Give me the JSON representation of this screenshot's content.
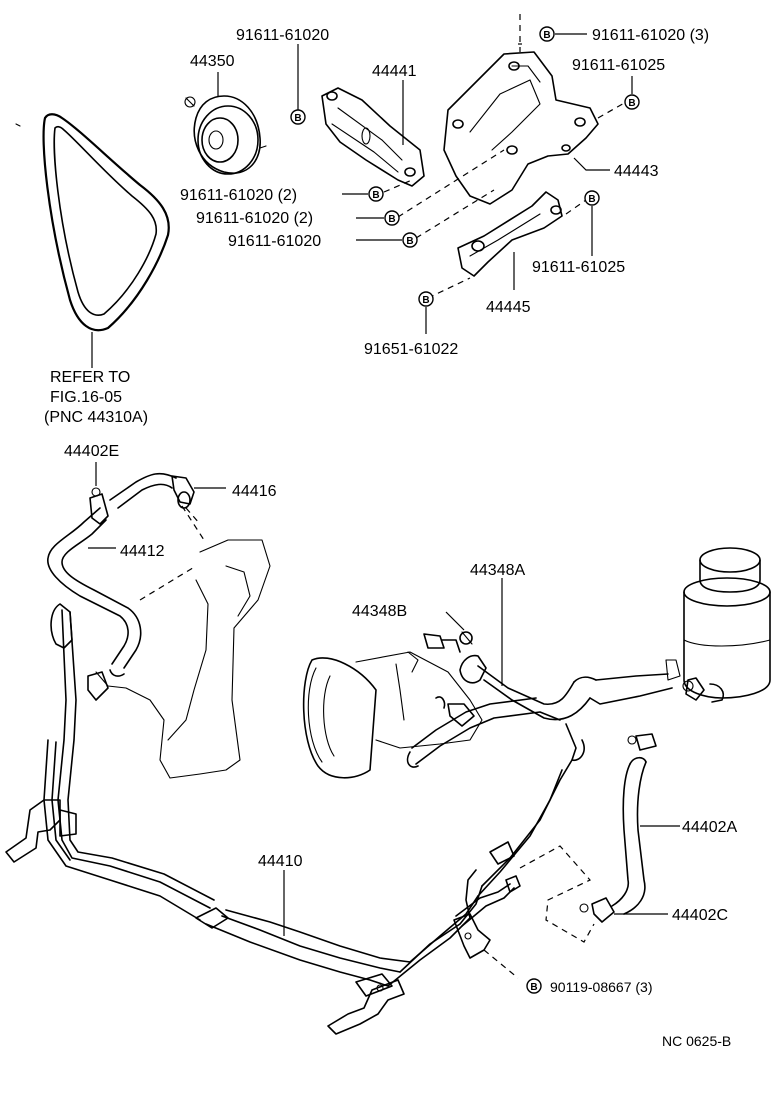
{
  "bolt_symbol": "B",
  "labels": {
    "p44350": "44350",
    "p44441": "44441",
    "b91611_61020_a": "91611-61020",
    "b91611_61020_3": "91611-61020 (3)",
    "b91611_61025_a": "91611-61025",
    "p44443": "44443",
    "b91611_61020_2a": "91611-61020 (2)",
    "b91611_61020_2b": "91611-61020 (2)",
    "b91611_61020_b": "91611-61020",
    "b91611_61025_b": "91611-61025",
    "p44445": "44445",
    "b91651_61022": "91651-61022",
    "refer_line1": "REFER TO",
    "refer_line2": "FIG.16-05",
    "refer_line3": "(PNC 44310A)",
    "p44402E": "44402E",
    "p44416": "44416",
    "p44412": "44412",
    "p44348A": "44348A",
    "p44348B": "44348B",
    "p44402A": "44402A",
    "p44410": "44410",
    "p44402C": "44402C",
    "b90119_08667": "90119-08667 (3)",
    "figure_code": "NC 0625-B"
  }
}
